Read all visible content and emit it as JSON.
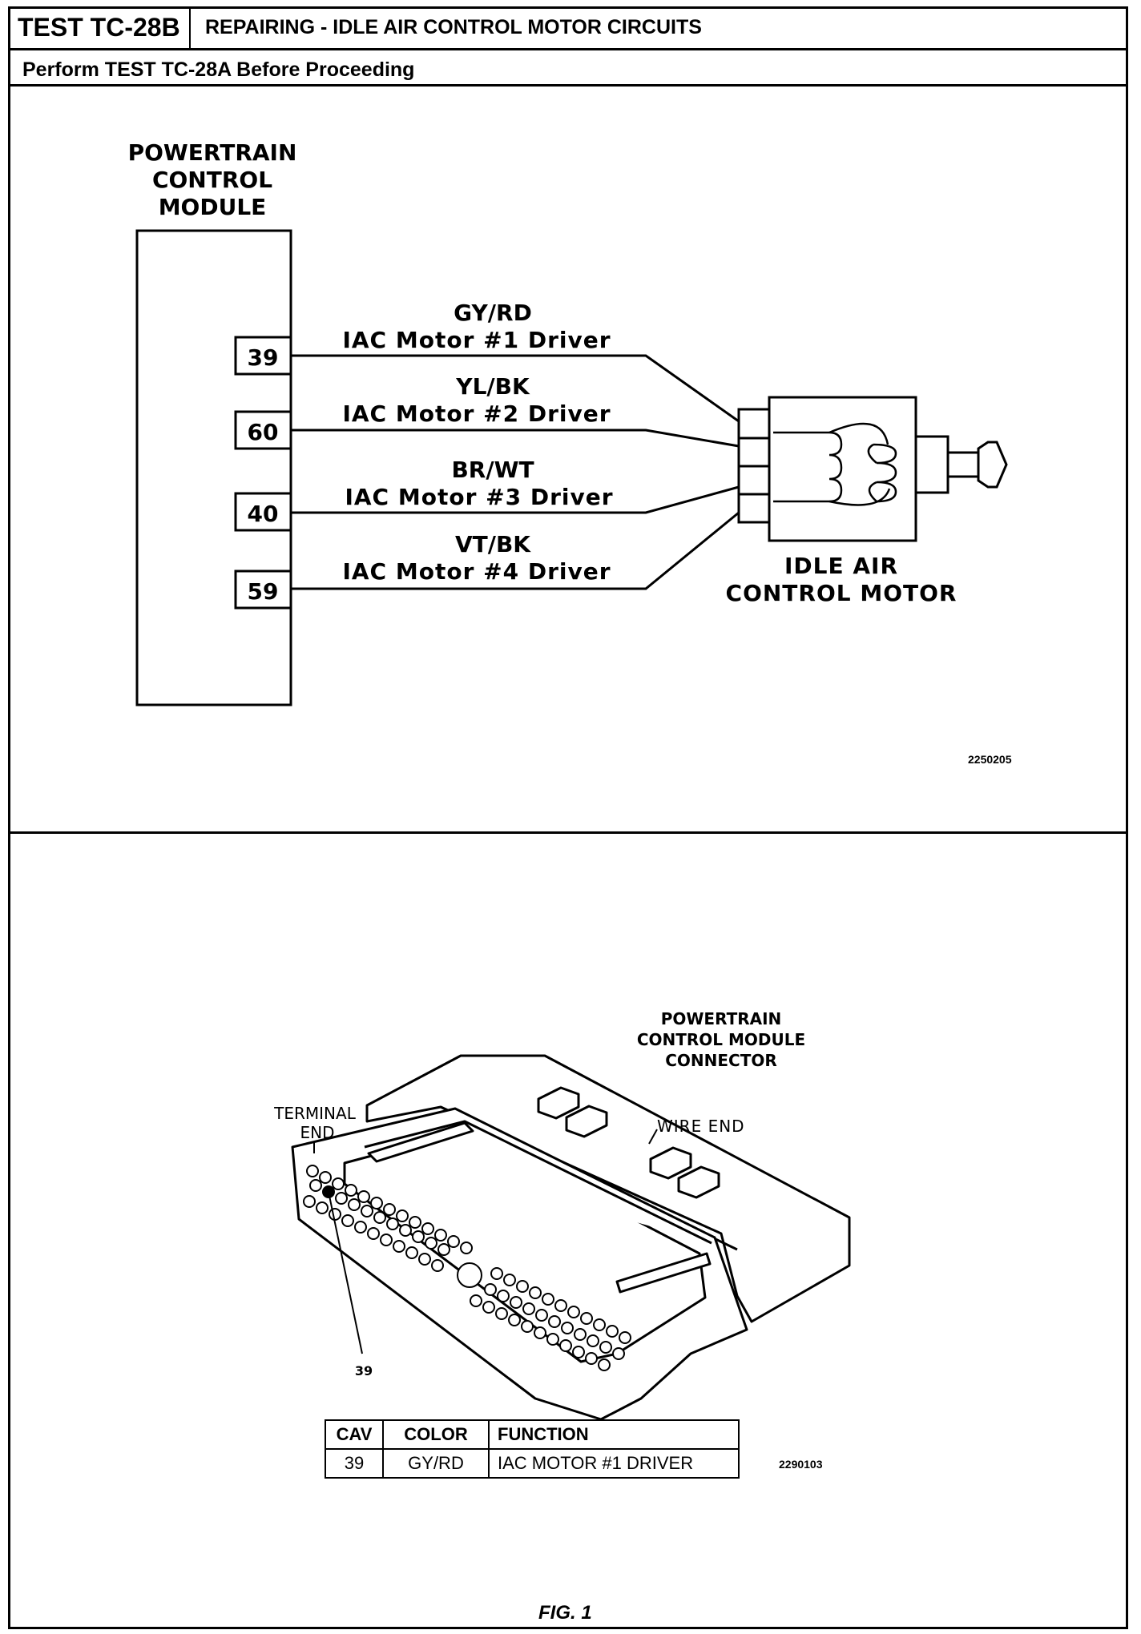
{
  "header": {
    "test_id": "TEST TC-28B",
    "title": "REPAIRING - IDLE AIR CONTROL MOTOR CIRCUITS",
    "subtitle": "Perform TEST TC-28A Before Proceeding"
  },
  "wiring_diagram": {
    "module_label": [
      "POWERTRAIN",
      "CONTROL",
      "MODULE"
    ],
    "pins": [
      {
        "pin": "39",
        "color": "GY/RD",
        "function": "IAC Motor #1 Driver"
      },
      {
        "pin": "60",
        "color": "YL/BK",
        "function": "IAC Motor #2 Driver"
      },
      {
        "pin": "40",
        "color": "BR/WT",
        "function": "IAC Motor #3 Driver"
      },
      {
        "pin": "59",
        "color": "VT/BK",
        "function": "IAC Motor #4 Driver"
      }
    ],
    "motor_label": [
      "IDLE AIR",
      "CONTROL MOTOR"
    ],
    "image_code": "2250205"
  },
  "connector_view": {
    "title": [
      "POWERTRAIN",
      "CONTROL MODULE",
      "CONNECTOR"
    ],
    "terminal_end_label": [
      "TERMINAL",
      "END"
    ],
    "wire_end_label": "WIRE END",
    "cavity_callout": "39",
    "image_code": "2290103"
  },
  "cavity_table": {
    "headers": [
      "CAV",
      "COLOR",
      "FUNCTION"
    ],
    "rows": [
      [
        "39",
        "GY/RD",
        "IAC MOTOR #1 DRIVER"
      ]
    ]
  },
  "figure_label": "FIG. 1"
}
